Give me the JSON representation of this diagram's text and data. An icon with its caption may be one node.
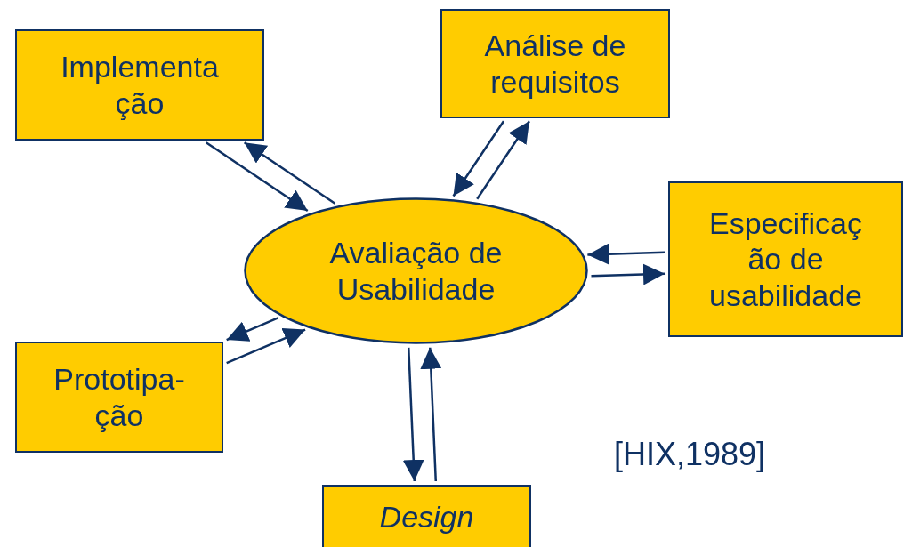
{
  "diagram": {
    "nodes": [
      {
        "text": [
          "Implementa ção"
        ]
      },
      {
        "text": [
          "Análise de requisitos"
        ]
      },
      {
        "text": [
          "Avaliação de Usabilidade"
        ]
      },
      {
        "text": [
          "Especificaç ão de usabilidade"
        ]
      },
      {
        "text": [
          "Prototipa- ção"
        ]
      },
      {
        "text": [
          "Design"
        ]
      }
    ],
    "edges": [
      {
        "from": 0,
        "to": 2,
        "arrow": "to"
      },
      {
        "from": 2,
        "to": 0,
        "arrow": "to"
      },
      {
        "from": 2,
        "to": 1,
        "arrow": "to"
      },
      {
        "from": 1,
        "to": 2,
        "arrow": "to"
      },
      {
        "from": 3,
        "to": 2,
        "arrow": "to"
      },
      {
        "from": 2,
        "to": 3,
        "arrow": "to"
      },
      {
        "from": 2,
        "to": 5,
        "arrow": "to"
      },
      {
        "from": 5,
        "to": 2,
        "arrow": "to"
      },
      {
        "from": 2,
        "to": 4,
        "arrow": "to"
      },
      {
        "from": 4,
        "to": 2,
        "arrow": "to"
      }
    ],
    "labels": [
      "[HIX,1989]"
    ]
  }
}
